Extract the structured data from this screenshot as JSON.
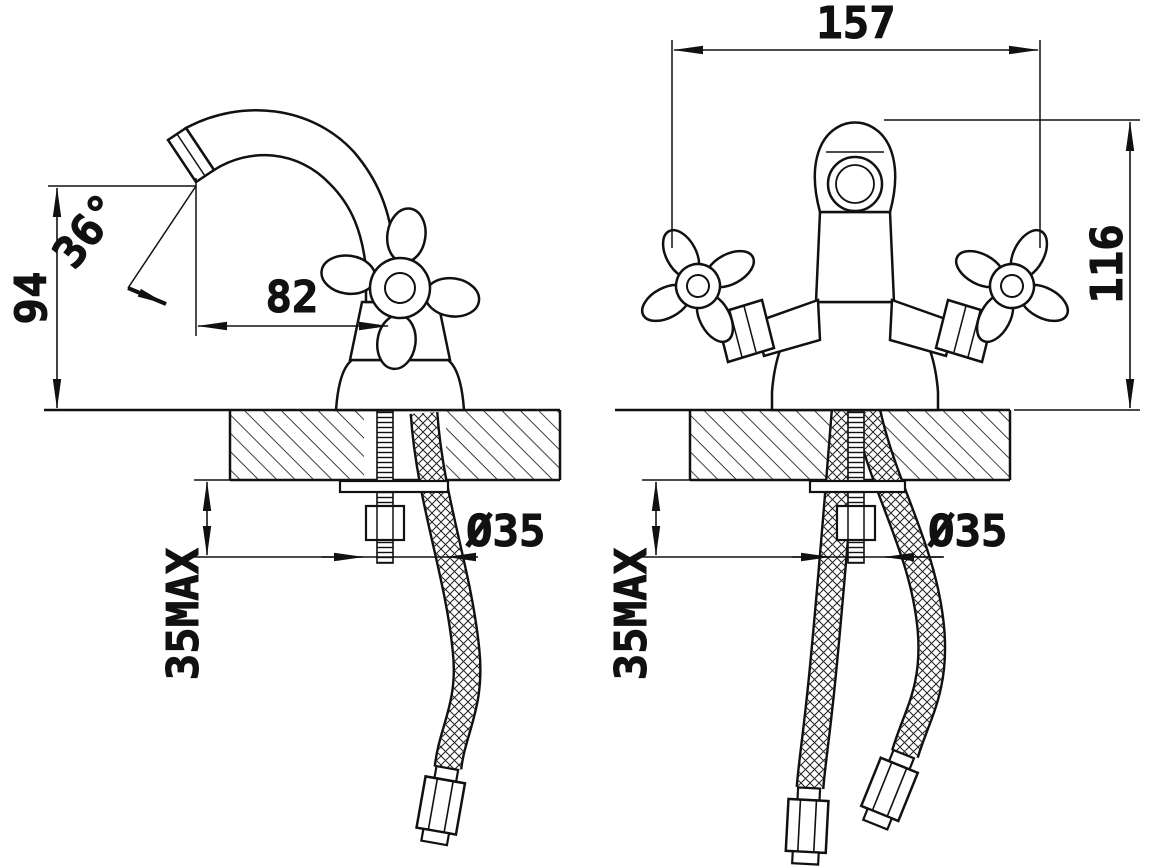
{
  "drawing": {
    "type": "technical-dimension-drawing",
    "subject": "two-handle basin mixer faucet, side and front views with flexible supply hoses",
    "background_color": "#ffffff",
    "line_color": "#111111",
    "views": [
      {
        "id": "side-view",
        "dimensions": {
          "height_to_spout": "94",
          "spout_angle": "36°",
          "spout_reach": "82",
          "max_deck_thickness": "35MAX",
          "mount_hole_diameter": "Ø35"
        }
      },
      {
        "id": "front-view",
        "dimensions": {
          "overall_width": "157",
          "overall_height": "116",
          "max_deck_thickness": "35MAX",
          "mount_hole_diameter": "Ø35"
        }
      }
    ]
  }
}
